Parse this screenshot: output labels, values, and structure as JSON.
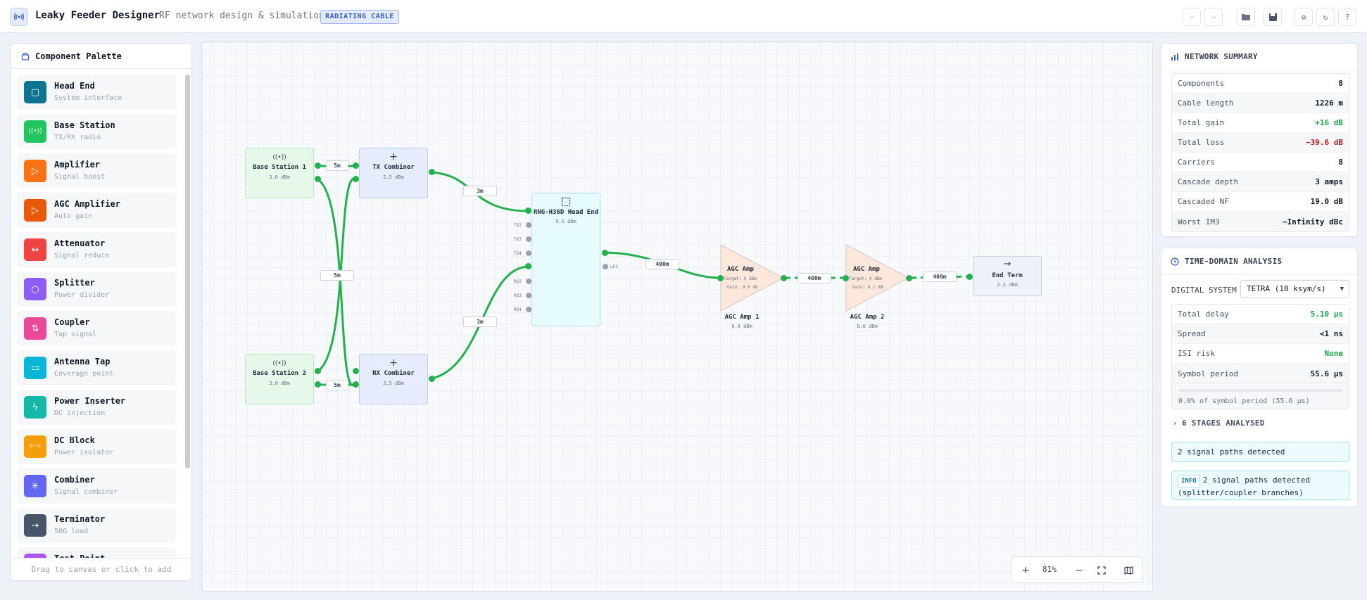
{
  "header": {
    "title": "Leaky Feeder Designer",
    "separator": "·",
    "subtitle": "RF network design & simulation",
    "badge": "RADIATING CABLE"
  },
  "palette": {
    "title": "Component Palette",
    "footer": "Drag to canvas or click to add",
    "items": [
      {
        "name": "Head End",
        "desc": "System interface",
        "color": "#0e7490",
        "icon": "head-end-icon"
      },
      {
        "name": "Base Station",
        "desc": "TX/RX radio",
        "color": "#22c55e",
        "icon": "radio-icon"
      },
      {
        "name": "Amplifier",
        "desc": "Signal boost",
        "color": "#f97316",
        "icon": "triangle-icon"
      },
      {
        "name": "AGC Amplifier",
        "desc": "Auto gain",
        "color": "#ea580c",
        "icon": "triangle-icon"
      },
      {
        "name": "Attenuator",
        "desc": "Signal reduce",
        "color": "#ef4444",
        "icon": "arrows-horizontal-icon"
      },
      {
        "name": "Splitter",
        "desc": "Power divider",
        "color": "#8b5cf6",
        "icon": "circle-icon"
      },
      {
        "name": "Coupler",
        "desc": "Tap signal",
        "color": "#ec4899",
        "icon": "arrows-vertical-icon"
      },
      {
        "name": "Antenna Tap",
        "desc": "Coverage point",
        "color": "#06b6d4",
        "icon": "monitor-icon"
      },
      {
        "name": "Power Inserter",
        "desc": "DC injection",
        "color": "#14b8a6",
        "icon": "bolt-icon"
      },
      {
        "name": "DC Block",
        "desc": "Power isolator",
        "color": "#f59e0b",
        "icon": "block-icon"
      },
      {
        "name": "Combiner",
        "desc": "Signal combiner",
        "color": "#6366f1",
        "icon": "merge-icon"
      },
      {
        "name": "Terminator",
        "desc": "50Ω load",
        "color": "#475569",
        "icon": "arrow-right-icon"
      },
      {
        "name": "Test Point",
        "desc": "",
        "color": "#a855f7",
        "icon": "probe-icon"
      }
    ]
  },
  "canvas": {
    "zoom": "81%",
    "nodes": {
      "bs1": {
        "title": "Base Station 1",
        "sub": "3.0 dBm"
      },
      "bs2": {
        "title": "Base Station 2",
        "sub": "3.0 dBm"
      },
      "txc": {
        "title": "TX Combiner",
        "sub": "2.5 dBm"
      },
      "rxc": {
        "title": "RX Combiner",
        "sub": "2.5 dBm"
      },
      "head": {
        "title": "RNG-H36D Head End",
        "sub": "5.5 dBm",
        "ports": [
          "TX2",
          "TX3",
          "TX4",
          "RX2",
          "RX3",
          "RX4",
          "LF2"
        ]
      },
      "amp1": {
        "label": "AGC Amp",
        "target": "Target: 0 dBm",
        "gain": "Gain: 9.0 dB",
        "caption": "AGC Amp 1",
        "caption_sub": "8.0 dBm"
      },
      "amp2": {
        "label": "AGC Amp",
        "target": "Target: 0 dBm",
        "gain": "Gain: 6.1 dB",
        "caption": "AGC Amp 2",
        "caption_sub": "8.6 dBm"
      },
      "term": {
        "title": "End Term",
        "sub": "2.2 dBm"
      }
    },
    "wire_labels": {
      "bs1_txc": "5m",
      "cross": "5m",
      "bs2_rxc": "5m",
      "txc_head": "3m",
      "rxc_head": "3m",
      "head_amp1": "400m",
      "amp1_amp2": "400m",
      "amp2_term": "400m"
    }
  },
  "summary": {
    "title": "NETWORK SUMMARY",
    "rows": [
      {
        "label": "Components",
        "value": "8",
        "tone": ""
      },
      {
        "label": "Cable length",
        "value": "1226 m",
        "tone": ""
      },
      {
        "label": "Total gain",
        "value": "+16 dB",
        "tone": "green"
      },
      {
        "label": "Total loss",
        "value": "−39.6 dB",
        "tone": "red"
      },
      {
        "label": "Carriers",
        "value": "8",
        "tone": ""
      },
      {
        "label": "Cascade depth",
        "value": "3 amps",
        "tone": ""
      },
      {
        "label": "Cascaded NF",
        "value": "19.0 dB",
        "tone": ""
      },
      {
        "label": "Worst IM3",
        "value": "−Infinity dBc",
        "tone": ""
      }
    ]
  },
  "timing": {
    "title": "TIME-DOMAIN ANALYSIS",
    "system_label": "DIGITAL SYSTEM",
    "system_value": "TETRA (18 ksym/s)",
    "rows": [
      {
        "label": "Total delay",
        "value": "5.10 µs",
        "tone": "green"
      },
      {
        "label": "Spread",
        "value": "<1 ns",
        "tone": ""
      },
      {
        "label": "ISI risk",
        "value": "None",
        "tone": "green"
      },
      {
        "label": "Symbol period",
        "value": "55.6 µs",
        "tone": ""
      }
    ],
    "progress_fraction": 0.0,
    "progress_text": "0.0% of symbol period (55.6 µs)",
    "stages": "6 STAGES ANALYSED",
    "notice": "2 signal paths detected",
    "info_tag": "INFO",
    "info_text": "2 signal paths detected (splitter/coupler branches)"
  }
}
